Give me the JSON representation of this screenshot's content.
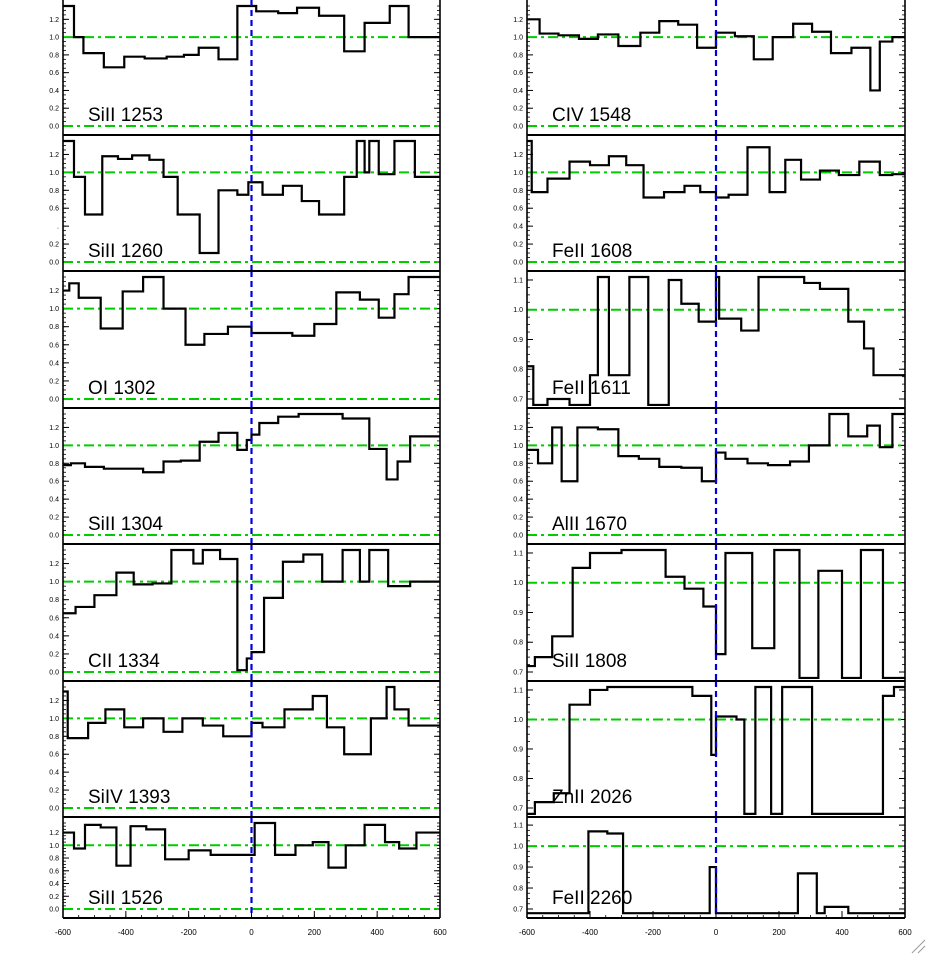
{
  "chart_data": [
    {
      "type": "line",
      "label": "SiII 1253",
      "ylim": [
        0.0,
        1.35
      ],
      "yticks": [
        "0.0",
        "0.2",
        "0.4",
        "0.6",
        "0.8",
        "1.0",
        "1.2"
      ],
      "edges": [
        -600,
        -565,
        -535,
        -470,
        -405,
        -340,
        -270,
        -215,
        -168,
        -105,
        -45,
        15,
        85,
        145,
        215,
        295,
        360,
        440,
        500
      ],
      "values": [
        1.35,
        1.0,
        0.82,
        0.66,
        0.78,
        0.76,
        0.78,
        0.8,
        0.88,
        0.75,
        1.35,
        1.29,
        1.27,
        1.33,
        1.24,
        0.84,
        1.16,
        1.35,
        1.0
      ]
    },
    {
      "type": "line",
      "label": "CIV 1548",
      "ylim": [
        0.0,
        1.35
      ],
      "yticks": [
        "0.0",
        "0.2",
        "0.4",
        "0.6",
        "0.8",
        "1.0",
        "1.2"
      ],
      "edges": [
        -600,
        -560,
        -500,
        -435,
        -375,
        -310,
        -240,
        -180,
        -120,
        -60,
        0,
        60,
        120,
        180,
        245,
        305,
        365,
        430,
        490,
        520,
        560
      ],
      "values": [
        1.2,
        1.04,
        1.02,
        0.98,
        1.03,
        0.9,
        1.05,
        1.18,
        1.14,
        0.88,
        1.05,
        1.01,
        0.75,
        1.0,
        1.15,
        1.06,
        0.82,
        0.88,
        0.4,
        0.95,
        1.0
      ]
    },
    {
      "type": "line",
      "label": "SiII 1260",
      "ylim": [
        0.0,
        1.35
      ],
      "yticks": [
        "0.0",
        "0.2",
        ".",
        "0.6",
        "0.8",
        "1.0",
        "1.2"
      ],
      "edges": [
        -600,
        -565,
        -530,
        -475,
        -425,
        -380,
        -325,
        -280,
        -235,
        -165,
        -105,
        -45,
        -10,
        35,
        100,
        160,
        215,
        295,
        335,
        360,
        375,
        405,
        455,
        520
      ],
      "values": [
        1.35,
        0.95,
        0.53,
        1.18,
        1.15,
        1.19,
        1.14,
        0.95,
        0.53,
        0.1,
        0.8,
        0.75,
        0.89,
        0.75,
        0.85,
        0.68,
        0.53,
        0.95,
        1.35,
        1.0,
        1.35,
        0.98,
        1.35,
        0.95
      ]
    },
    {
      "type": "line",
      "label": "FeII 1608",
      "ylim": [
        0.0,
        1.35
      ],
      "yticks": [
        "0.0",
        "0.2",
        "0.4",
        "0.6",
        "0.8",
        "1.0",
        "1.2"
      ],
      "edges": [
        -600,
        -585,
        -535,
        -465,
        -400,
        -340,
        -285,
        -230,
        -165,
        -100,
        -50,
        0,
        40,
        100,
        170,
        220,
        270,
        330,
        390,
        455,
        520,
        560
      ],
      "values": [
        1.35,
        0.78,
        0.93,
        1.12,
        1.08,
        1.18,
        1.08,
        0.72,
        0.78,
        0.85,
        0.78,
        0.72,
        0.75,
        1.28,
        0.78,
        1.14,
        0.92,
        1.02,
        0.97,
        1.12,
        0.97,
        0.98
      ]
    },
    {
      "type": "line",
      "label": "OI 1302",
      "ylim": [
        0.0,
        1.35
      ],
      "yticks": [
        "0.0",
        "0.2",
        "0.4",
        "0.6",
        "0.8",
        "1.0",
        "1.2"
      ],
      "edges": [
        -600,
        -580,
        -550,
        -480,
        -410,
        -345,
        -280,
        -210,
        -150,
        -75,
        0,
        130,
        200,
        270,
        345,
        405,
        455,
        500
      ],
      "values": [
        1.2,
        1.28,
        1.12,
        0.78,
        1.19,
        1.35,
        1.0,
        0.6,
        0.72,
        0.8,
        0.73,
        0.7,
        0.83,
        1.18,
        1.1,
        0.9,
        1.16,
        1.35
      ]
    },
    {
      "type": "line",
      "label": "FeII 1611",
      "ylim": [
        0.7,
        1.11
      ],
      "yticks": [
        "0.7",
        "0.8",
        "0.9",
        "1.0",
        "1.1"
      ],
      "edges": [
        -600,
        -580,
        -535,
        -465,
        -400,
        -375,
        -340,
        -275,
        -215,
        -150,
        -110,
        -55,
        0,
        10,
        80,
        135,
        280,
        330,
        420,
        470,
        500
      ],
      "values": [
        0.81,
        0.68,
        0.7,
        0.68,
        0.78,
        1.11,
        0.78,
        1.11,
        0.68,
        1.1,
        1.02,
        0.96,
        1.11,
        0.97,
        0.93,
        1.11,
        1.09,
        1.07,
        0.96,
        0.87,
        0.78
      ]
    },
    {
      "type": "line",
      "label": "SiII 1304",
      "ylim": [
        0.0,
        1.35
      ],
      "yticks": [
        "0.0",
        "0.2",
        "0.4",
        "0.6",
        "0.8",
        "1.0",
        "1.2"
      ],
      "edges": [
        -600,
        -575,
        -530,
        -470,
        -405,
        -345,
        -280,
        -225,
        -165,
        -105,
        -45,
        -15,
        0,
        25,
        85,
        150,
        210,
        290,
        375,
        430,
        465,
        505
      ],
      "values": [
        0.78,
        0.8,
        0.76,
        0.74,
        0.74,
        0.7,
        0.82,
        0.83,
        1.04,
        1.14,
        0.95,
        1.06,
        1.12,
        1.25,
        1.32,
        1.35,
        1.35,
        1.3,
        0.96,
        0.62,
        0.82,
        1.1
      ]
    },
    {
      "type": "line",
      "label": "AlII 1670",
      "ylim": [
        0.0,
        1.35
      ],
      "yticks": [
        "0.0",
        "0.2",
        "0.4",
        "0.6",
        "0.8",
        "1.0",
        "1.2"
      ],
      "edges": [
        -600,
        -565,
        -520,
        -490,
        -440,
        -375,
        -310,
        -245,
        -180,
        -110,
        -45,
        0,
        30,
        100,
        165,
        235,
        295,
        360,
        420,
        480,
        520,
        560
      ],
      "values": [
        0.95,
        0.8,
        1.2,
        0.6,
        1.2,
        1.18,
        0.88,
        0.85,
        0.76,
        0.75,
        0.6,
        0.92,
        0.85,
        0.8,
        0.78,
        0.82,
        1.0,
        1.35,
        1.1,
        1.22,
        0.98,
        1.35
      ]
    },
    {
      "type": "line",
      "label": "CII 1334",
      "ylim": [
        0.0,
        1.35
      ],
      "yticks": [
        "0.0",
        "0.2",
        "0.4",
        "0.6",
        "0.8",
        "1.0",
        "1.2"
      ],
      "edges": [
        -600,
        -560,
        -500,
        -430,
        -375,
        -315,
        -255,
        -185,
        -155,
        -100,
        -45,
        -15,
        0,
        40,
        100,
        165,
        225,
        290,
        345,
        375,
        435,
        505,
        560
      ],
      "values": [
        0.65,
        0.72,
        0.85,
        1.1,
        0.97,
        0.98,
        1.35,
        1.2,
        1.35,
        1.25,
        0.02,
        0.15,
        0.22,
        0.82,
        1.22,
        1.3,
        1.0,
        1.35,
        1.0,
        1.35,
        0.95,
        1.0,
        1.0
      ]
    },
    {
      "type": "line",
      "label": "SiII 1808",
      "ylim": [
        0.7,
        1.11
      ],
      "yticks": [
        "0.7",
        "0.8",
        "0.9",
        "1.0",
        "1.1"
      ],
      "edges": [
        -600,
        -575,
        -520,
        -455,
        -400,
        -300,
        -220,
        -160,
        -100,
        -40,
        0,
        30,
        115,
        185,
        265,
        325,
        400,
        460,
        530
      ],
      "values": [
        0.72,
        0.75,
        0.82,
        1.05,
        1.1,
        1.11,
        1.11,
        1.02,
        0.98,
        0.92,
        0.76,
        1.1,
        0.78,
        1.11,
        0.68,
        1.04,
        0.68,
        1.11,
        0.68
      ]
    },
    {
      "type": "line",
      "label": "SiIV 1393",
      "ylim": [
        0.0,
        1.35
      ],
      "yticks": [
        "0.0",
        "0.2",
        "0.4",
        "0.6",
        "0.8",
        "1.0",
        "1.2"
      ],
      "edges": [
        -600,
        -585,
        -520,
        -465,
        -405,
        -345,
        -280,
        -220,
        -155,
        -90,
        -30,
        0,
        35,
        105,
        195,
        240,
        295,
        380,
        430,
        455,
        500
      ],
      "values": [
        1.3,
        0.78,
        0.95,
        1.1,
        0.9,
        1.0,
        0.85,
        1.0,
        0.92,
        0.8,
        0.8,
        0.95,
        0.9,
        1.1,
        1.25,
        0.9,
        0.6,
        1.0,
        1.35,
        1.1,
        0.92
      ]
    },
    {
      "type": "line",
      "label": "ZnII 2026",
      "ylim": [
        0.7,
        1.11
      ],
      "yticks": [
        "0.7",
        "0.8",
        "0.9",
        "1.0",
        "1.1"
      ],
      "edges": [
        -600,
        -575,
        -515,
        -465,
        -400,
        -345,
        -280,
        -240,
        -160,
        -75,
        -15,
        0,
        65,
        90,
        125,
        175,
        210,
        305,
        375,
        440,
        490,
        530,
        565
      ],
      "values": [
        0.68,
        0.72,
        0.75,
        1.05,
        1.1,
        1.11,
        1.11,
        1.11,
        1.11,
        1.08,
        0.88,
        1.01,
        1.0,
        0.68,
        1.11,
        0.68,
        1.11,
        0.68,
        0.68,
        0.68,
        0.68,
        1.08,
        1.11
      ]
    },
    {
      "type": "line",
      "label": "SiII 1526",
      "ylim": [
        0.0,
        1.35
      ],
      "yticks": [
        "0.0",
        "0.2",
        "0.4",
        "0.6",
        "0.8",
        "1.0",
        "1.2"
      ],
      "edges": [
        -600,
        -565,
        -530,
        -480,
        -430,
        -385,
        -335,
        -275,
        -200,
        -130,
        -60,
        10,
        75,
        140,
        195,
        245,
        300,
        360,
        425,
        470,
        525
      ],
      "values": [
        1.2,
        0.95,
        1.32,
        1.28,
        0.68,
        1.3,
        1.25,
        0.78,
        0.92,
        0.85,
        0.85,
        1.35,
        0.85,
        1.0,
        1.05,
        0.65,
        1.0,
        1.32,
        1.05,
        0.95,
        1.2
      ]
    },
    {
      "type": "line",
      "label": "FeII 2260",
      "ylim": [
        0.7,
        1.11
      ],
      "yticks": [
        "0.7",
        "0.8",
        "0.9",
        "1.0",
        "1.1"
      ],
      "edges": [
        -600,
        -580,
        -470,
        -405,
        -345,
        -295,
        -220,
        -140,
        -60,
        -20,
        0,
        70,
        200,
        260,
        320,
        345,
        420,
        490,
        545,
        570
      ],
      "values": [
        0.68,
        0.68,
        0.68,
        1.07,
        1.06,
        0.68,
        0.68,
        0.68,
        0.68,
        0.9,
        0.68,
        0.68,
        0.68,
        0.87,
        0.68,
        0.71,
        0.68,
        0.68,
        0.68,
        0.68
      ]
    }
  ],
  "xaxis": {
    "range": [
      -600,
      600
    ],
    "ticks": [
      -600,
      -400,
      -200,
      0,
      200,
      400,
      600
    ]
  },
  "colors": {
    "histogram": "#000000",
    "continuum_line": "#00cc00",
    "zero_velocity_line": "#0000e0"
  }
}
